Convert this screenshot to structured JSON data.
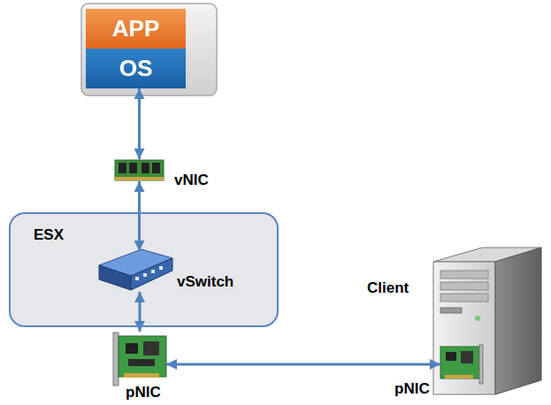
{
  "diagram": {
    "nodes": [
      {
        "text": [
          "APP"
        ]
      },
      {
        "text": [
          "OS"
        ]
      },
      {
        "text": [
          "vNIC"
        ]
      },
      {
        "text": [
          "ESX"
        ]
      },
      {
        "text": [
          "vSwitch"
        ],
        "in": 3
      },
      {
        "text": [
          "pNIC"
        ]
      },
      {
        "text": [
          "Client"
        ]
      },
      {
        "text": [
          "pNIC"
        ],
        "in": 6
      }
    ],
    "edges": [
      {
        "from": 1,
        "to": 2,
        "arrow": "both"
      },
      {
        "from": 2,
        "to": 4,
        "arrow": "both"
      },
      {
        "from": 4,
        "to": 5,
        "arrow": "both"
      },
      {
        "from": 5,
        "to": 7,
        "arrow": "both"
      }
    ]
  }
}
